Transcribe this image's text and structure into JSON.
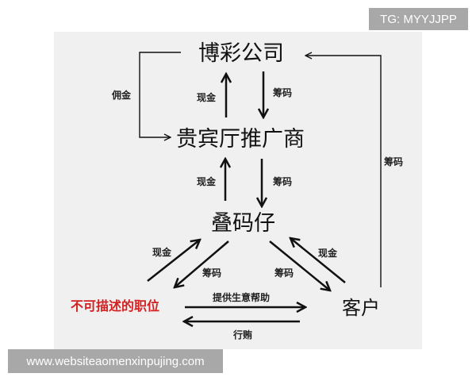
{
  "watermark_top": "TG: MYYJJPP",
  "watermark_bottom": "www.websiteaomenxinpujing.com",
  "nodes": {
    "casino": "博彩公司",
    "vip_promoter": "贵宾厅推广商",
    "junket": "叠码仔",
    "unspeakable": "不可描述的职位",
    "customer": "客户"
  },
  "labels": {
    "commission": "佣金",
    "cash_1": "现金",
    "chips_1": "筹码",
    "cash_2": "现金",
    "chips_2": "筹码",
    "cash_left": "现金",
    "chips_left": "筹码",
    "chips_right": "筹码",
    "cash_right": "现金",
    "chips_far_right": "筹码",
    "business_help": "提供生意帮助",
    "bribe": "行贿"
  },
  "colors": {
    "panel_bg": "#f0f0f0",
    "highlight_red": "#d42020",
    "watermark_bg": "#a8a8a8"
  }
}
